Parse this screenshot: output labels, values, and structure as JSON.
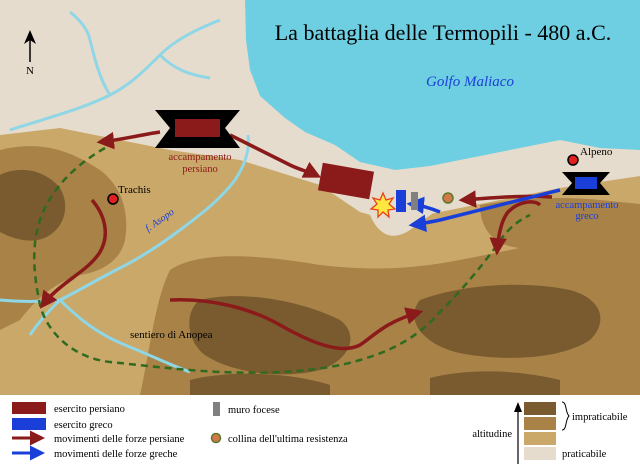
{
  "title": "La battaglia delle Termopili - 480 a.C.",
  "north_label": "N",
  "sea_label": "Golfo Maliaco",
  "places": {
    "trachis": "Trachis",
    "alpeno": "Alpeno",
    "asopo": "f. Asopo",
    "anopea": "sentiero di Anopea"
  },
  "camps": {
    "persian": [
      "accampamento",
      "persiano"
    ],
    "greek": [
      "accampamento",
      "greco"
    ]
  },
  "legend": {
    "persian_army": "esercito persiano",
    "greek_army": "esercito greco",
    "persian_moves": "movimenti delle forze persiane",
    "greek_moves": "movimenti delle forze greche",
    "phocian_wall": "muro focese",
    "last_stand_hill": "collina dell'ultima resistenza",
    "altitude": "altitudine",
    "impassable": "impraticabile",
    "passable": "praticabile"
  },
  "colors": {
    "sea": "#6fcfe2",
    "river": "#8fd6e6",
    "terrain_high": "#7a5a2f",
    "terrain_mid": "#a88247",
    "terrain_low": "#c9a86a",
    "terrain_plain": "#e6dccd",
    "persian": "#8b1a1a",
    "greek": "#1a3fd8",
    "path": "#2f6b1f",
    "wall": "#808080",
    "hill": "#d2784a"
  }
}
